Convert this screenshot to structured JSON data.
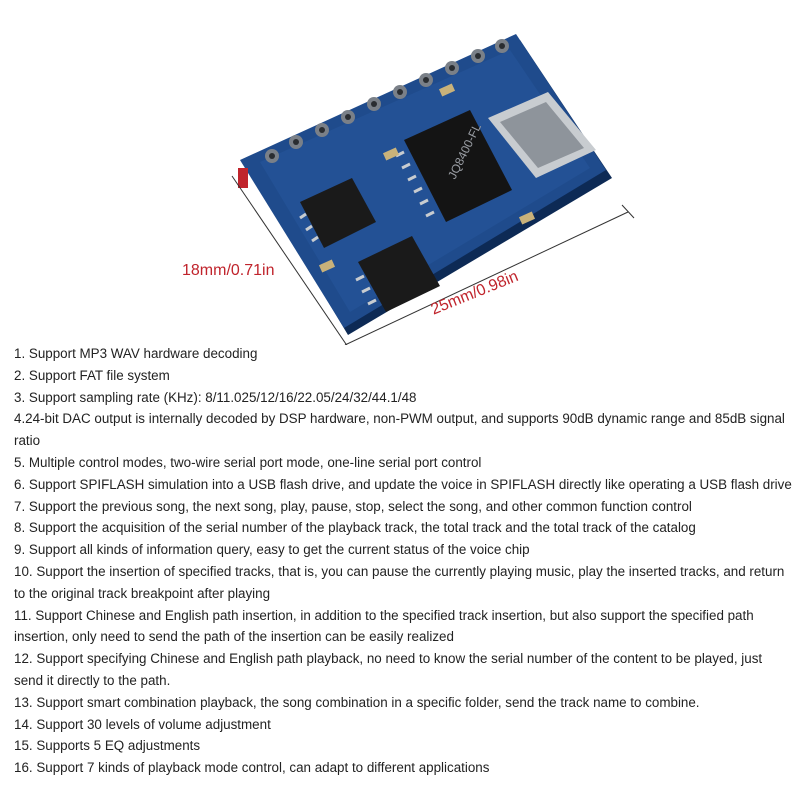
{
  "dimensions": {
    "height_label": "18mm/0.71in",
    "width_label": "25mm/0.98in"
  },
  "colors": {
    "board": "#1f4b8c",
    "dimension_text": "#c0242c",
    "chip": "#1a1a1a",
    "usb_connector": "#c8ccd0"
  },
  "chip_marking": "JQ8400-FL",
  "features": [
    "1. Support MP3 WAV hardware decoding",
    "2. Support FAT file system",
    "3. Support sampling rate (KHz): 8/11.025/12/16/22.05/24/32/44.1/48",
    "4.24-bit DAC output is internally decoded by DSP hardware, non-PWM output, and supports 90dB dynamic range and 85dB signal ratio",
    "5. Multiple control modes, two-wire serial port mode, one-line serial port control",
    "6. Support SPIFLASH simulation into a USB flash drive, and update the voice in SPIFLASH directly like operating a USB flash drive",
    "7. Support the previous song, the next song, play, pause, stop, select the song, and other common function control",
    "8. Support the acquisition of the serial number of the playback track, the total track and the total track of the catalog",
    "9. Support all kinds of information query, easy to get the current status of the voice chip",
    "10. Support the insertion of specified tracks, that is, you can pause the currently playing music, play the inserted tracks, and return to the original track breakpoint after playing",
    "11. Support Chinese and English path insertion, in addition to the specified track insertion, but also support the specified path insertion, only need to send the path of the insertion can be easily realized",
    "12. Support specifying Chinese and English path playback, no need to know the serial number of the content to be played, just send it directly to the path.",
    "13. Support smart combination playback, the song combination in a specific folder, send the track name to combine.",
    "14. Support 30 levels of volume adjustment",
    "15. Supports 5 EQ adjustments",
    "16. Support 7 kinds of playback mode control, can adapt to different applications"
  ]
}
